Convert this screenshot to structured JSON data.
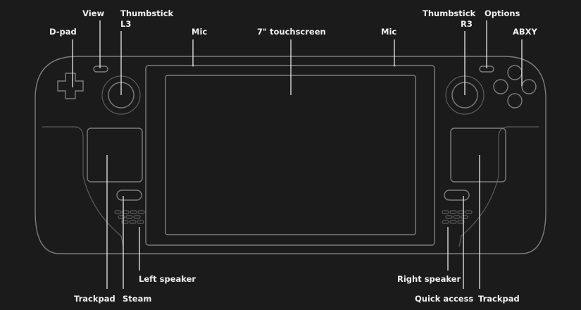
{
  "labels": {
    "dpad": "D-pad",
    "view": "View",
    "thumbstick_l3_line1": "Thumbstick",
    "thumbstick_l3_line2": "L3",
    "mic_left": "Mic",
    "touchscreen": "7\" touchscreen",
    "mic_right": "Mic",
    "thumbstick_r3_line1": "Thumbstick",
    "thumbstick_r3_line2": "R3",
    "options": "Options",
    "abxy": "ABXY",
    "left_speaker": "Left speaker",
    "right_speaker": "Right speaker",
    "trackpad_left": "Trackpad",
    "steam": "Steam",
    "quick_access": "Quick access",
    "trackpad_right": "Trackpad"
  },
  "colors": {
    "background": "#1b1b1b",
    "outline": "#7d7d7d",
    "label": "#f0f0f0"
  }
}
